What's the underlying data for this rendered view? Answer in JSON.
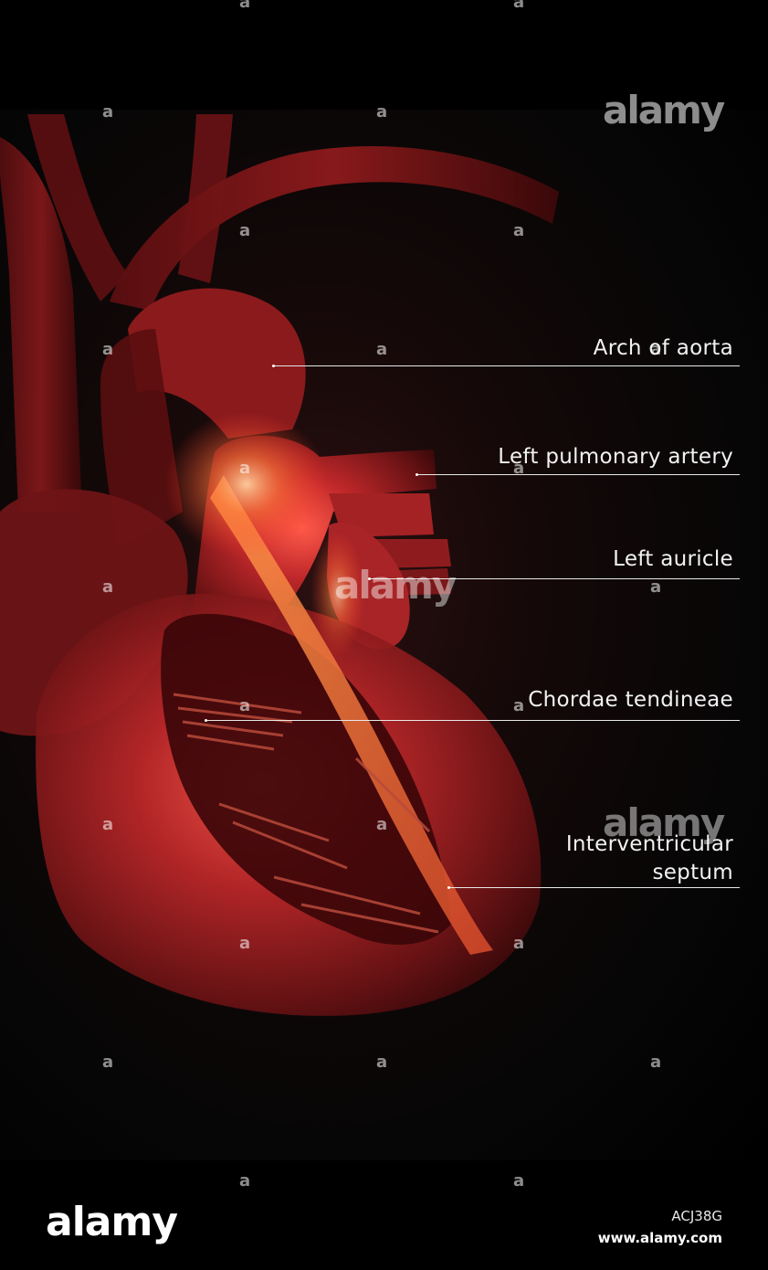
{
  "labels": [
    {
      "id": "arch-of-aorta",
      "text": "Arch of aorta"
    },
    {
      "id": "left-pulmonary-artery",
      "text": "Left pulmonary artery"
    },
    {
      "id": "left-auricle",
      "text": "Left auricle"
    },
    {
      "id": "chordae-tendineae",
      "text": "Chordae tendineae"
    },
    {
      "id": "interventricular-septum",
      "line1": "Interventricular",
      "line2": "septum"
    }
  ],
  "watermark": {
    "brand": "alamy",
    "mark": "a"
  },
  "footer": {
    "logo": "alamy",
    "image_id": "ACJ38G",
    "url": "www.alamy.com"
  },
  "colors": {
    "background": "#000000",
    "heart": "#c62a2a",
    "glow": "#ff7a3a",
    "label": "#f2f2f2"
  }
}
